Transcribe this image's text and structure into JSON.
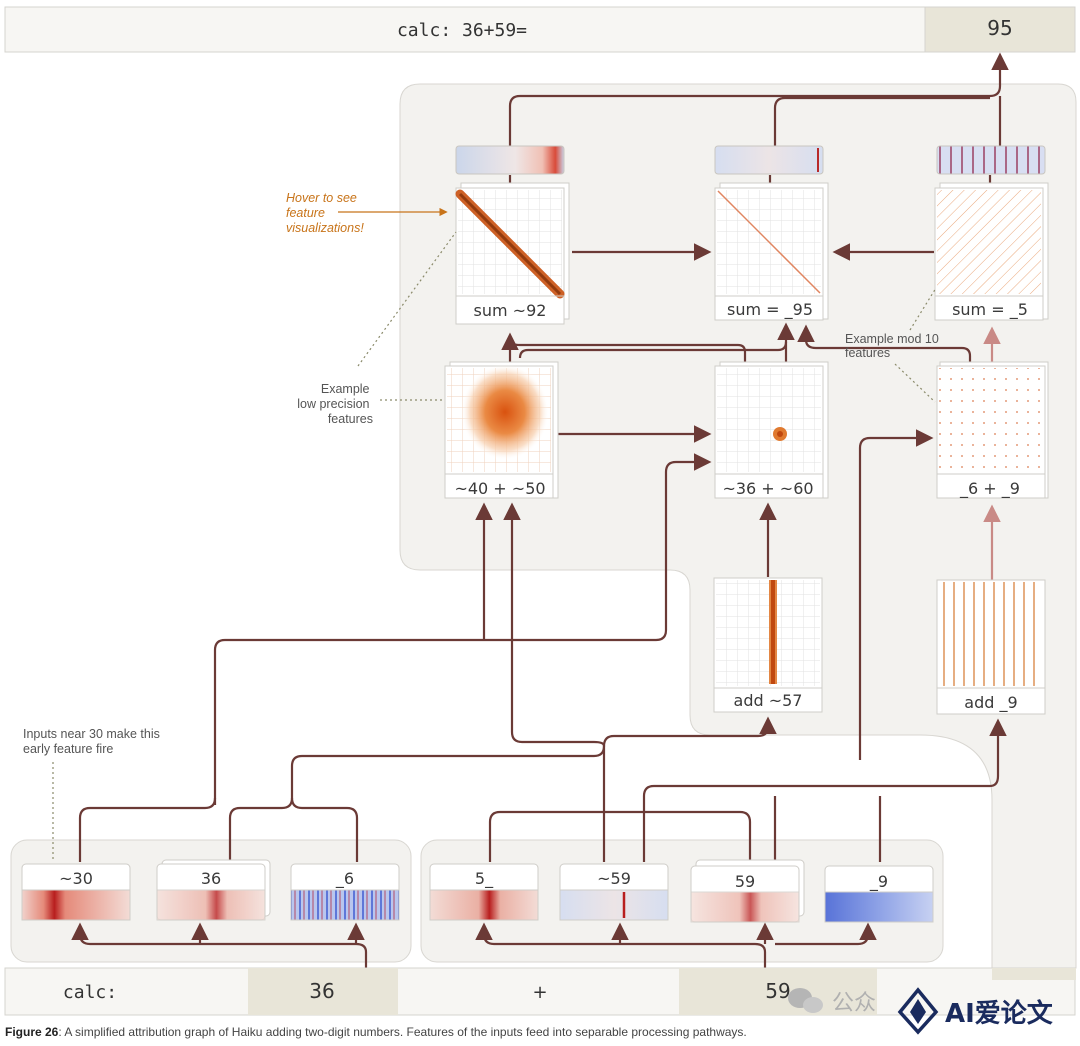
{
  "output_bar": {
    "prompt": "calc: 36+59=",
    "answer": "95"
  },
  "input_bar": {
    "prefix": "calc:",
    "operand_a": "36",
    "operator": "+",
    "operand_b": "59"
  },
  "nodes": {
    "sum_approx": "sum ~92",
    "sum_exact": "sum = _95",
    "sum_mod": "sum = _5",
    "lookup_low": "~40 + ~50",
    "lookup_mid": "~36 + ~60",
    "lookup_mod": "_6 + _9",
    "add_approx": "add ~57",
    "add_mod": "add _9"
  },
  "inputs": {
    "a_approx": "~30",
    "a_exact": "36",
    "a_ones": "_6",
    "b_tens": "5_",
    "b_approx": "~59",
    "b_exact": "59",
    "b_ones": "_9"
  },
  "annotations": {
    "hover": "Hover to see\nfeature\nvisualizations!",
    "low_precision": "Example\nlow precision\nfeatures",
    "mod10": "Example mod 10\nfeatures",
    "inputs_near_30": "Inputs near 30 make this\nearly feature fire"
  },
  "caption": {
    "label": "Figure 26",
    "text": ": A simplified attribution graph of Haiku adding two-digit numbers. Features of the inputs feed into separable processing pathways."
  },
  "watermark": {
    "text": "公众",
    "brand": "AI爱论文"
  },
  "colors": {
    "edge": "#6b3a36",
    "edge_light": "#c98a86",
    "panel": "#f3f2ef",
    "bar_fill": "#e9e5d8",
    "orange": "#d9651a",
    "annotation_orange": "#c8741a"
  }
}
